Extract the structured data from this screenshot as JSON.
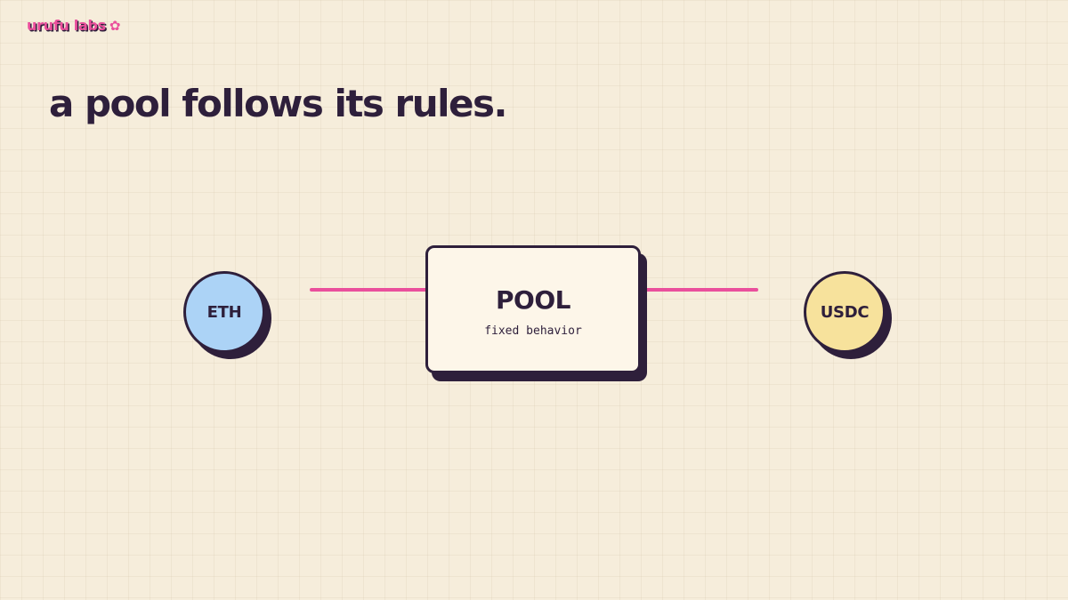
{
  "brand": {
    "name": "urufu labs",
    "icon": "flower-icon",
    "glyph": "✿",
    "color": "#ea4f9c"
  },
  "headline": "a pool follows its rules.",
  "diagram": {
    "left_token": {
      "label": "ETH",
      "color": "#acd3f6"
    },
    "pool": {
      "title": "POOL",
      "subtitle": "fixed behavior"
    },
    "right_token": {
      "label": "USDC",
      "color": "#f7e29c"
    },
    "connector_color": "#ea4f9c",
    "outline_color": "#2e1f3b"
  }
}
